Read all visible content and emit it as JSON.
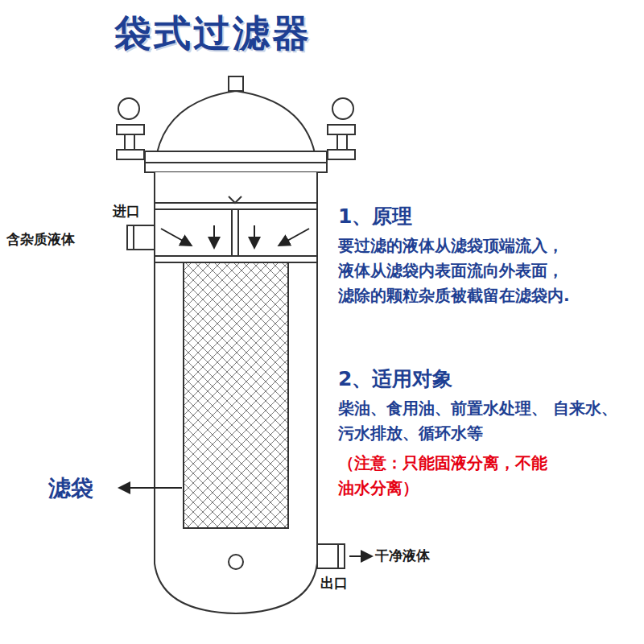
{
  "diagram": {
    "title": "袋式过滤器",
    "labels": [
      "进口",
      "含杂质液体",
      "1、原理",
      "要过滤的液体从滤袋顶端流入， 液体从滤袋内表面流向外表面， 滤除的颗粒杂质被截留在滤袋内.",
      "2、适用对象",
      "柴油、食用油、前置水处理、 自来水、污水排放、循环水等",
      "（注意：只能固液分离，不能 油水分离）",
      "滤袋",
      "干净液体",
      "出口"
    ]
  }
}
